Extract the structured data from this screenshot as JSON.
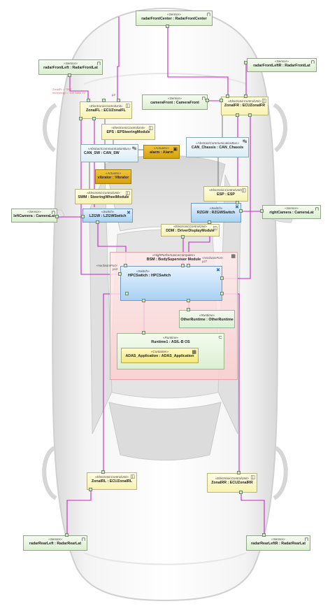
{
  "sensors": {
    "radar_front_center": {
      "stereotype": "«Sensor»",
      "name": "radarFrontCenter : RadarFrontCenter"
    },
    "radar_front_left": {
      "stereotype": "«Sensor»",
      "name": "radarFrontLeft : RadarFrontLat"
    },
    "radar_front_right": {
      "stereotype": "«Sensor»",
      "name": "radarFrontLeftR : RadarFrontLat"
    },
    "camera_front": {
      "stereotype": "«Sensor»",
      "name": "cameraFront : CameraFront"
    },
    "left_camera": {
      "stereotype": "«Sensor»",
      "name": "leftCamera : CameraLat"
    },
    "right_camera": {
      "stereotype": "«Sensor»",
      "name": "rightCamera : CameraLat"
    },
    "radar_rear_left": {
      "stereotype": "«Sensor»",
      "name": "radarRearLeft : RadarRearLat"
    },
    "radar_rear_right": {
      "stereotype": "«Sensor»",
      "name": "radarRearLeftR : RadarRearLat"
    }
  },
  "ecus": {
    "zonal_fl": {
      "stereotype": "«ElectronicControlUnit»",
      "name": "ZonalFL : ECUZonalFL"
    },
    "zonal_fr": {
      "stereotype": "«ElectronicControlUnit»",
      "name": "ZonalFR : ECUZonalFR"
    },
    "eps": {
      "stereotype": "«ElectronicControlUnit»",
      "name": "EPS : EPSteeringModule"
    },
    "swm": {
      "stereotype": "«ElectronicControlUnit»",
      "name": "SWM : SteeringWheelModule"
    },
    "esp": {
      "stereotype": "«ElectronicControlUnit»",
      "name": "ESP : ESP"
    },
    "ddm": {
      "stereotype": "«ElectronicControlUnit»",
      "name": "DDM : DriverDisplayModule"
    },
    "zonal_rl": {
      "stereotype": "«ElectronicControlUnit»",
      "name": "ZonalRL : ECUZonalRL"
    },
    "zonal_rr": {
      "stereotype": "«ElectronicControlUnit»",
      "name": "ZonalRR : ECUZonalRR"
    }
  },
  "buses": {
    "can_sw": {
      "stereotype": "«AbstractCommunicationBus»",
      "name": "CAN_SW : CAN_SW"
    },
    "can_chassis": {
      "stereotype": "«AbstractCommunicationBus»",
      "name": "CAN_Chassis : CAN_Chassis"
    }
  },
  "actuators": {
    "alarm": {
      "stereotype": "«Actuator»",
      "name": "alarm : Alarm"
    },
    "vibrator": {
      "stereotype": "«Actuator»",
      "name": "vibrator : Vibrator"
    }
  },
  "switches": {
    "lzgw": {
      "stereotype": "«Switch»",
      "name": "LZGW : LZGWSwitch"
    },
    "rzgw": {
      "stereotype": "«Switch»",
      "name": "RZGW : RZGWSwitch"
    },
    "hpc_switch": {
      "stereotype": "«Switch»",
      "name": "HPCSwitch : HPCSwitch"
    }
  },
  "hpc": {
    "stereotype": "«HighPerformanceComputer»",
    "name": "BSM : BodySupervisor Module",
    "port_left_stereotype": "«HardwarePort»",
    "port_left_name": "p13",
    "port_right_stereotype": "«HardwarePort»",
    "port_right_name": "p27"
  },
  "runtimes": {
    "other": {
      "stereotype": "«Runtime»",
      "name": "OtherRuntime : OtherRuntime"
    },
    "runtime1": {
      "stereotype": "«Runtime»",
      "name": "Runtime1 : ASIL-B OS"
    }
  },
  "container": {
    "stereotype": "«Container»",
    "name": "ADAS_Application : ADAS_Application"
  },
  "annotations": {
    "p3": "p3",
    "zonal_note_line1": "ZonalFL = \"256\"",
    "zonal_note_line2": "technology = \"100 Base-T1\""
  },
  "icons": {
    "sensor": "sensor-icon",
    "ecu": "ecu-icon",
    "bus": "bus-icon",
    "switch": "switch-icon",
    "actuator": "actuator-icon",
    "runtime": "runtime-icon",
    "container": "container-icon",
    "hpc": "hpc-icon"
  },
  "colors": {
    "ethernet_link": "#c426c4",
    "can_link": "#555555",
    "sensor_fill": "#dcefd0",
    "ecu_fill": "#f8f3b0",
    "switch_fill": "#a9d0f3",
    "actuator_fill": "#d5a10a",
    "hpc_fill": "#ffd0d0"
  }
}
